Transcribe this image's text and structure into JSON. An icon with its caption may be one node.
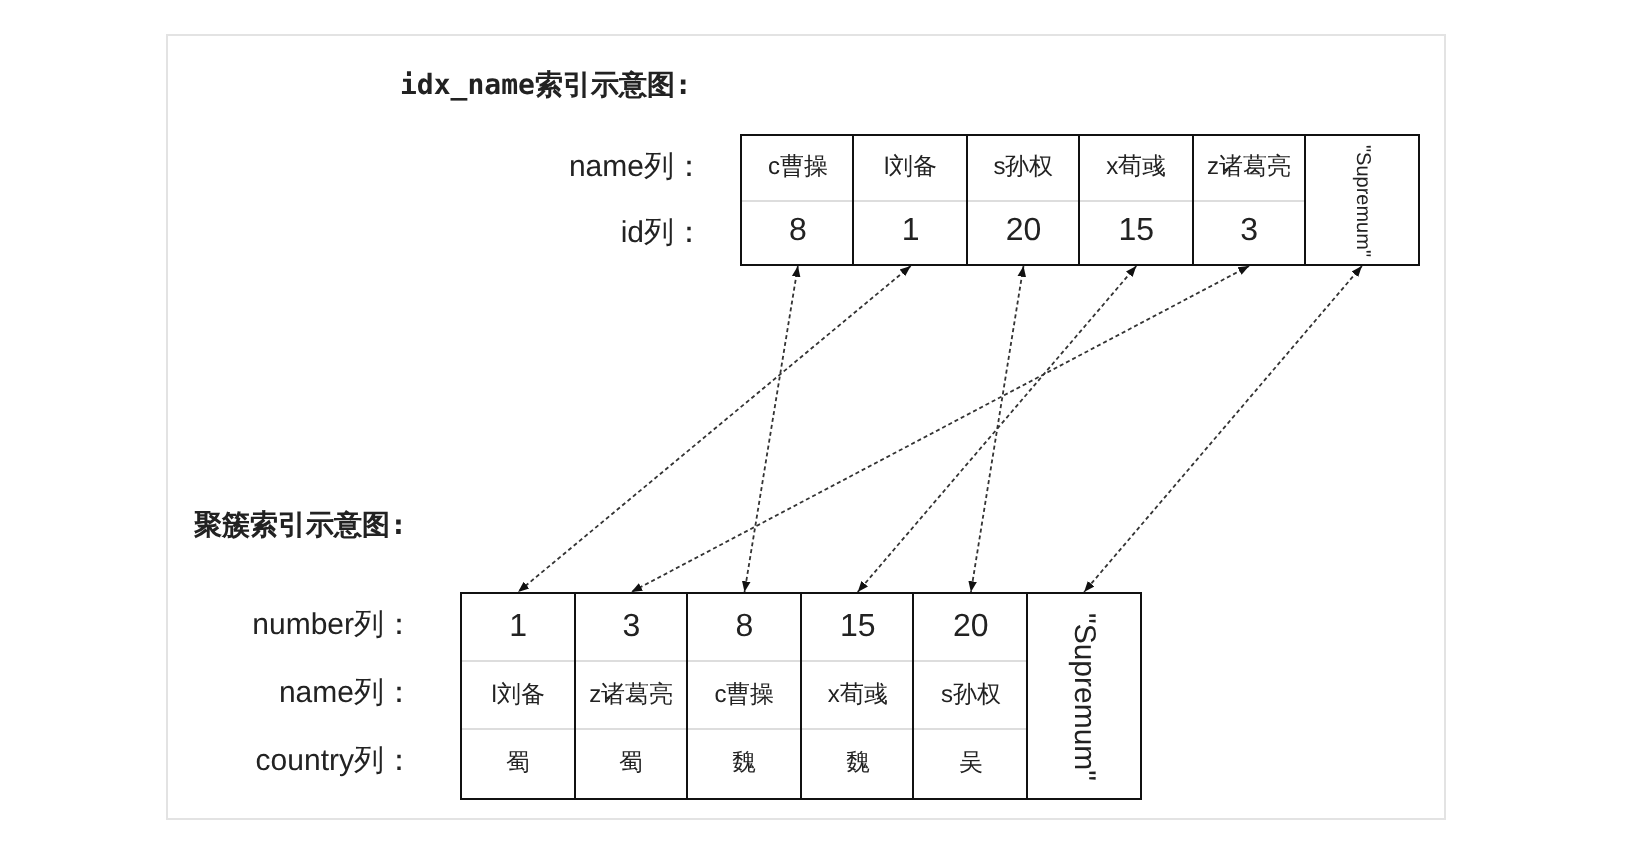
{
  "diagram": {
    "title": "idx_name索引示意图:",
    "nodes": [
      {
        "text": [
          "c曹操",
          "8"
        ]
      },
      {
        "text": [
          "l刘备",
          "1"
        ]
      },
      {
        "text": [
          "s孙权",
          "20"
        ]
      },
      {
        "text": [
          "x荀彧",
          "15"
        ]
      },
      {
        "text": [
          "z诸葛亮",
          "3"
        ]
      },
      {
        "text": [
          "\"Supremum\""
        ]
      },
      {
        "text": [
          "1",
          "l刘备",
          "蜀"
        ]
      },
      {
        "text": [
          "3",
          "z诸葛亮",
          "蜀"
        ]
      },
      {
        "text": [
          "8",
          "c曹操",
          "魏"
        ]
      },
      {
        "text": [
          "15",
          "x荀彧",
          "魏"
        ]
      },
      {
        "text": [
          "20",
          "s孙权",
          "吴"
        ]
      },
      {
        "text": [
          "\"Supremum\""
        ]
      }
    ],
    "edges": [
      {
        "from": 0,
        "to": 8,
        "arrow": "both",
        "style": "dashed"
      },
      {
        "from": 1,
        "to": 6,
        "arrow": "both",
        "style": "dashed"
      },
      {
        "from": 2,
        "to": 10,
        "arrow": "both",
        "style": "dashed"
      },
      {
        "from": 3,
        "to": 9,
        "arrow": "both",
        "style": "dashed"
      },
      {
        "from": 4,
        "to": 7,
        "arrow": "both",
        "style": "dashed"
      },
      {
        "from": 5,
        "to": 11,
        "arrow": "both",
        "style": "dashed"
      }
    ],
    "labels": [
      "name列：",
      "id列：",
      "聚簇索引示意图:",
      "number列：",
      "name列：",
      "country列："
    ]
  }
}
